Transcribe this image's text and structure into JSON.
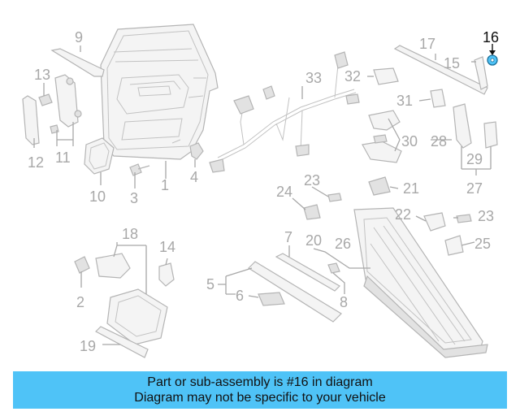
{
  "diagram": {
    "labels": {
      "l1": "1",
      "l2": "2",
      "l3": "3",
      "l4": "4",
      "l5": "5",
      "l6": "6",
      "l7": "7",
      "l8": "8",
      "l9": "9",
      "l10": "10",
      "l11": "11",
      "l12": "12",
      "l13": "13",
      "l14": "14",
      "l15": "15",
      "l16": "16",
      "l17": "17",
      "l18": "18",
      "l19": "19",
      "l20": "20",
      "l21": "21",
      "l22": "22",
      "l23a": "23",
      "l23b": "23",
      "l24": "24",
      "l25": "25",
      "l26": "26",
      "l27": "27",
      "l28": "28",
      "l29": "29",
      "l30": "30",
      "l31": "31",
      "l32": "32",
      "l33": "33"
    },
    "highlight_part": "16",
    "highlight_color": "#4fc3f7"
  },
  "banner": {
    "line1": "Part or sub-assembly is #16 in diagram",
    "line2": "Diagram may not be specific to your vehicle",
    "background": "#4fc3f7"
  }
}
